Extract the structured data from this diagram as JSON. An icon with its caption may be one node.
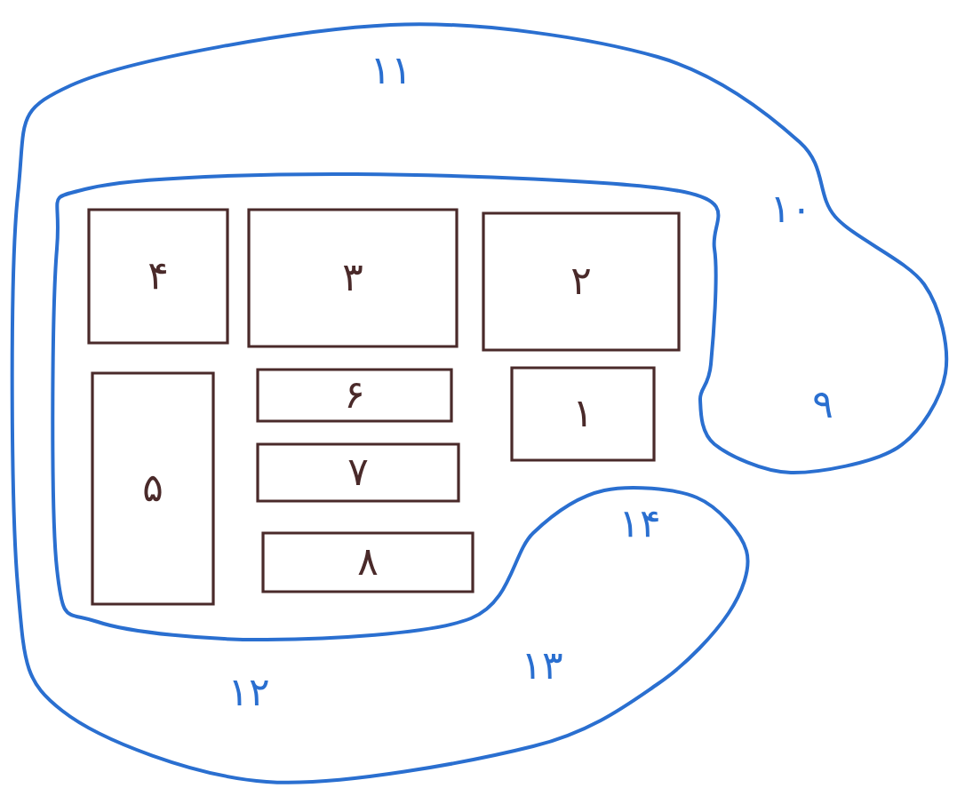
{
  "diagram": {
    "nodes": [
      {
        "text": [
          "۴"
        ]
      },
      {
        "text": [
          "۳"
        ]
      },
      {
        "text": [
          "۲"
        ]
      },
      {
        "text": [
          "۵"
        ]
      },
      {
        "text": [
          "۶"
        ]
      },
      {
        "text": [
          "۱"
        ]
      },
      {
        "text": [
          "۷"
        ]
      },
      {
        "text": [
          "۸"
        ]
      }
    ],
    "labels": [
      "۱۱",
      "۱۰",
      "۹",
      "۱۴",
      "۱۳",
      "۱۲"
    ]
  }
}
